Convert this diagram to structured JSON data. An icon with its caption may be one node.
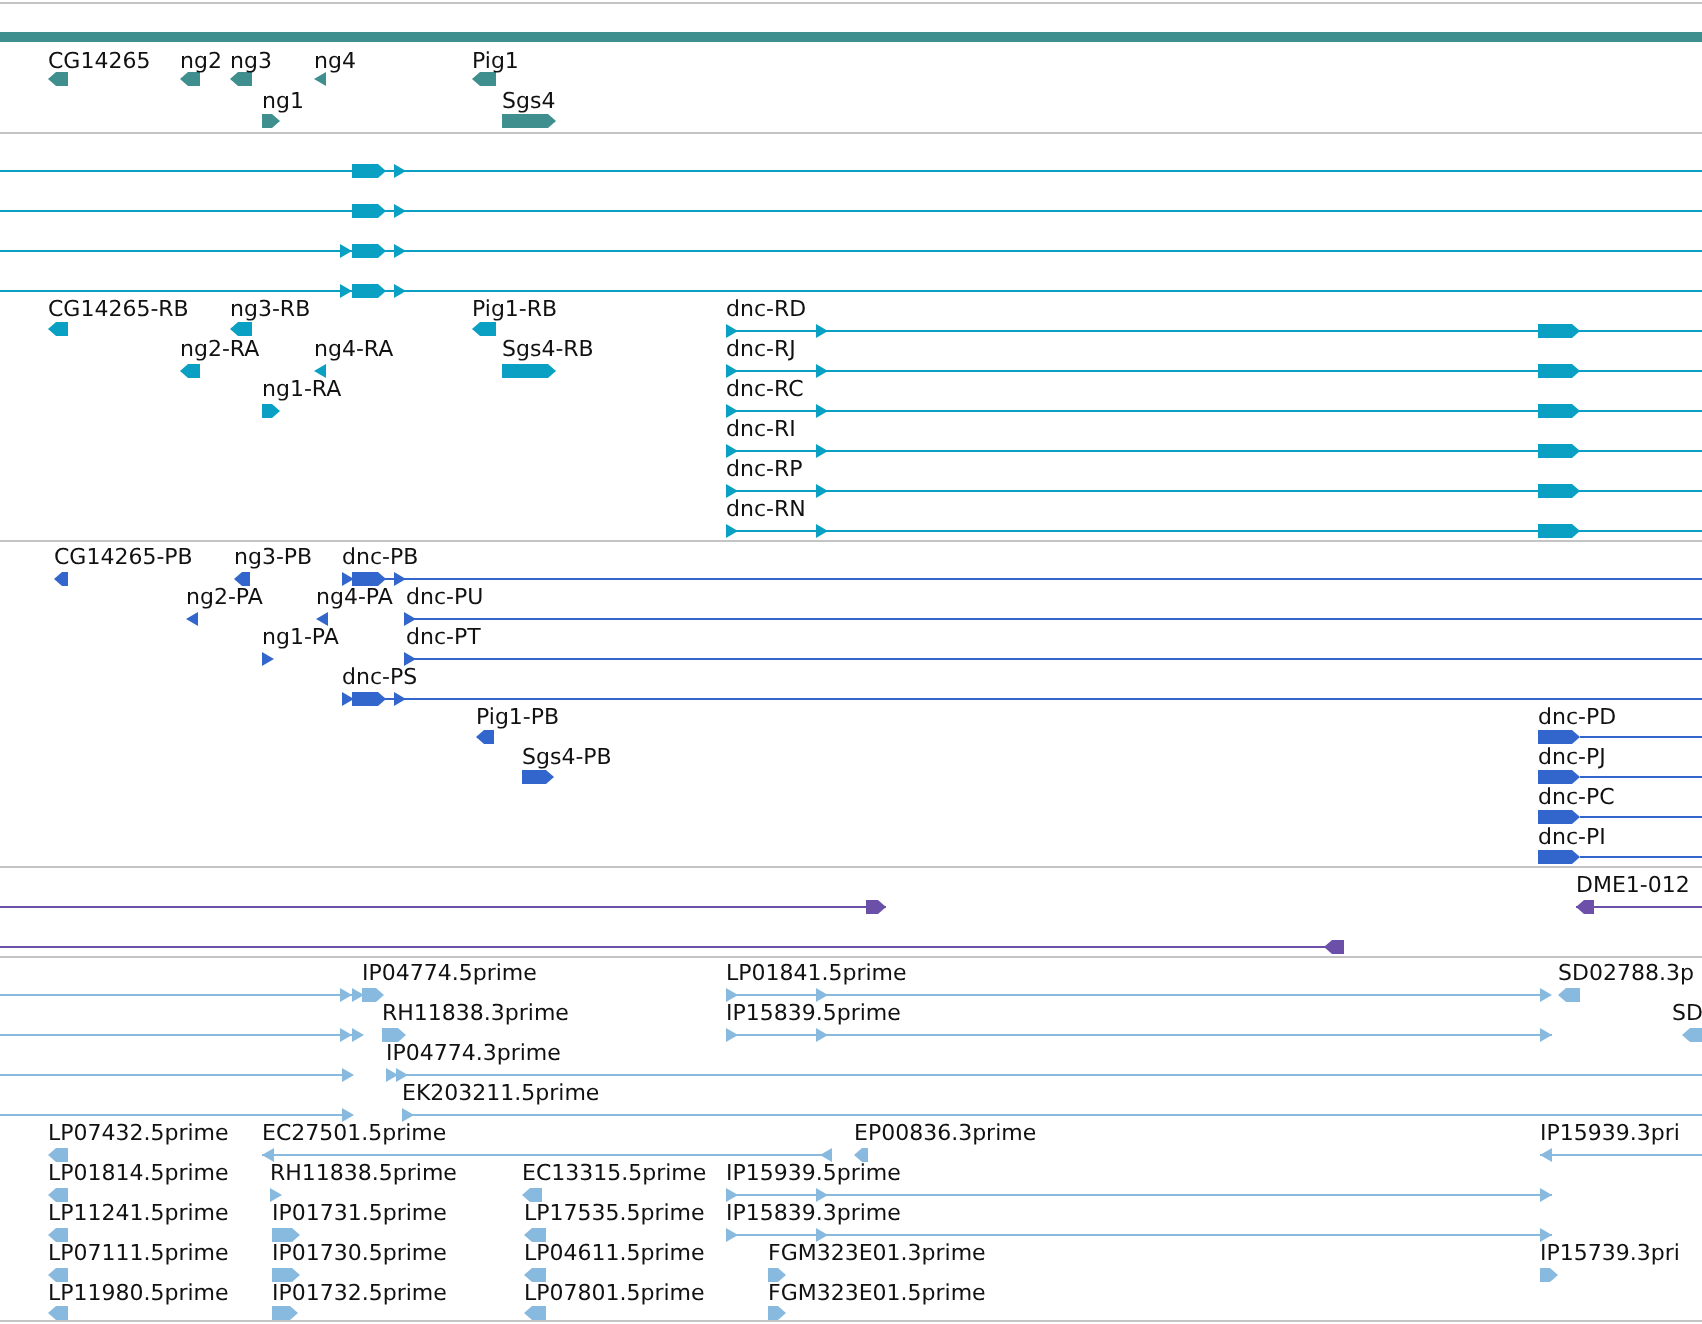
{
  "diagram": {
    "labels": [
      "CG14265",
      "ng2",
      "ng3",
      "ng4",
      "Pig1",
      "ng1",
      "Sgs4",
      "CG14265-RB",
      "ng3-RB",
      "Pig1-RB",
      "dnc-RD",
      "ng2-RA",
      "ng4-RA",
      "Sgs4-RB",
      "dnc-RJ",
      "ng1-RA",
      "dnc-RC",
      "dnc-RI",
      "dnc-RP",
      "dnc-RN",
      "CG14265-PB",
      "ng3-PB",
      "dnc-PB",
      "ng2-PA",
      "ng4-PA",
      "dnc-PU",
      "ng1-PA",
      "dnc-PT",
      "dnc-PS",
      "Pig1-PB",
      "dnc-PD",
      "Sgs4-PB",
      "dnc-PJ",
      "dnc-PC",
      "dnc-PI",
      "DME1-012",
      "IP04774.5prime",
      "LP01841.5prime",
      "SD02788.3p",
      "RH11838.3prime",
      "IP15839.5prime",
      "SD",
      "IP04774.3prime",
      "EK203211.5prime",
      "LP07432.5prime",
      "EC27501.5prime",
      "EP00836.3prime",
      "IP15939.3pri",
      "LP01814.5prime",
      "RH11838.5prime",
      "EC13315.5prime",
      "IP15939.5prime",
      "LP11241.5prime",
      "IP01731.5prime",
      "LP17535.5prime",
      "IP15839.3prime",
      "LP07111.5prime",
      "IP01730.5prime",
      "LP04611.5prime",
      "FGM323E01.3prime",
      "IP15739.3pri",
      "LP11980.5prime",
      "IP01732.5prime",
      "LP07801.5prime",
      "FGM323E01.5prime"
    ]
  }
}
